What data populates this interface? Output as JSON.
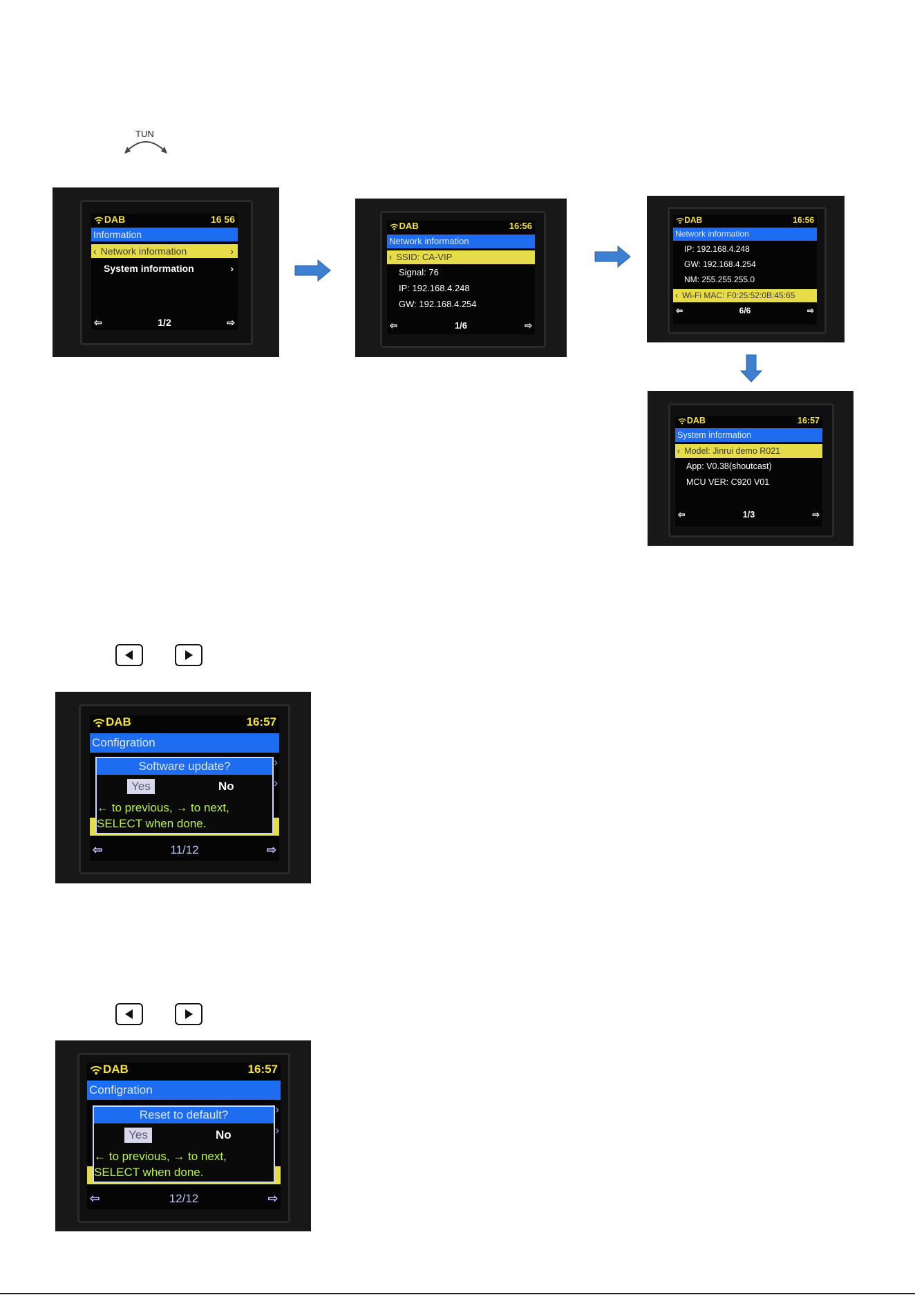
{
  "tun_label": "TUN",
  "colors": {
    "status_yellow": "#f6e23c",
    "header_blue": "#1e6cf0",
    "highlight_yellow": "#e6dc4a",
    "help_green": "#b9f04a",
    "arrow_blue": "#3d7fd0"
  },
  "icons": {
    "knob": "tune-knob-icon",
    "wifi": "wifi-icon",
    "left_key": "left-arrow-key-icon",
    "right_key": "right-arrow-key-icon",
    "flow_arrow": "flow-arrow-icon"
  },
  "screens": {
    "info_menu": {
      "source": "DAB",
      "time": "16 56",
      "header": "Information",
      "selected": "Network information",
      "items": [
        "System information"
      ],
      "page": "1/2"
    },
    "network_1": {
      "source": "DAB",
      "time": "16:56",
      "header": "Network information",
      "selected": "SSID: CA-VIP",
      "items": [
        "Signal: 76",
        "IP: 192.168.4.248",
        "GW: 192.168.4.254"
      ],
      "page": "1/6"
    },
    "network_6": {
      "source": "DAB",
      "time": "16:56",
      "header": "Network information",
      "items": [
        "IP: 192.168.4.248",
        "GW: 192.168.4.254",
        "NM: 255.255.255.0"
      ],
      "selected": "Wi-Fi MAC: F0:25:52:0B:45:65",
      "page": "6/6"
    },
    "system_info": {
      "source": "DAB",
      "time": "16:57",
      "header": "System information",
      "selected": "Model: Jinrui demo R021",
      "items": [
        "App: V0.38(shoutcast)",
        "MCU VER: C920 V01"
      ],
      "page": "1/3"
    },
    "software_update": {
      "source": "DAB",
      "time": "16:57",
      "header": "Configration",
      "dialog_title": "Software update?",
      "yes": "Yes",
      "no": "No",
      "help_1": "← to previous, → to next,",
      "help_2": "SELECT when done.",
      "page": "11/12"
    },
    "reset_default": {
      "source": "DAB",
      "time": "16:57",
      "header": "Configration",
      "dialog_title": "Reset to default?",
      "yes": "Yes",
      "no": "No",
      "help_1": "← to previous, → to next,",
      "help_2": "SELECT when done.",
      "page": "12/12"
    }
  },
  "glyphs": {
    "left_arrow": "⇦",
    "right_arrow": "⇨",
    "lt": "‹",
    "gt": "›"
  }
}
